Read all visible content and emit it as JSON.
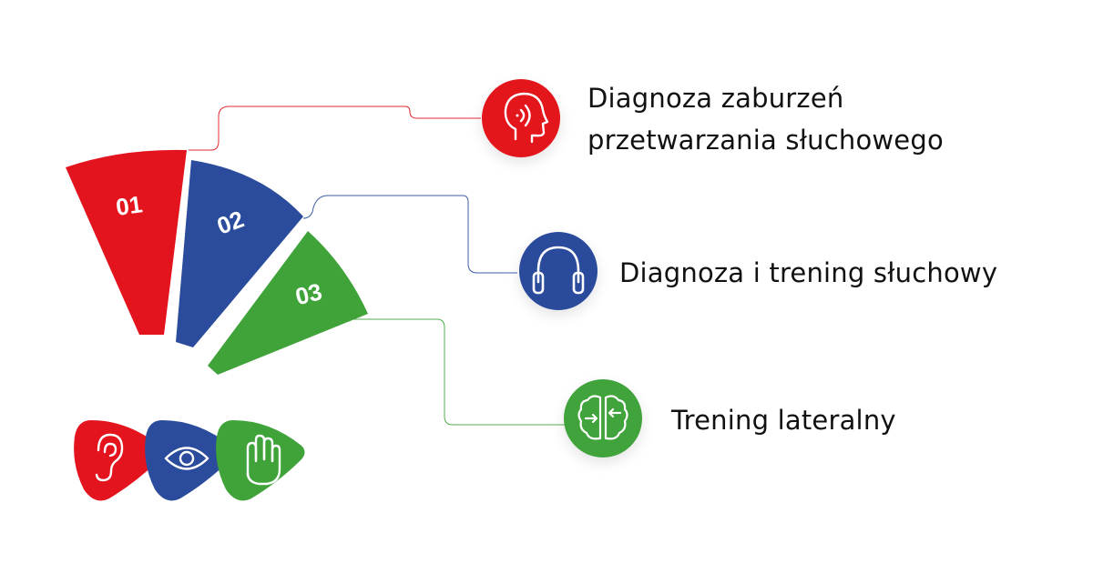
{
  "colors": {
    "red": "#e3141e",
    "blue": "#2b4c9c",
    "green": "#3fa33a",
    "text": "#111111",
    "line_red": "#e3141e",
    "line_blue": "#2b4c9c",
    "line_green": "#3fa33a"
  },
  "segments": [
    {
      "number": "01",
      "color": "red"
    },
    {
      "number": "02",
      "color": "blue"
    },
    {
      "number": "03",
      "color": "green"
    }
  ],
  "items": [
    {
      "icon": "head-hearing-icon",
      "line1": "Diagnoza zaburzeń",
      "line2": "przetwarzania słuchowego",
      "color": "red"
    },
    {
      "icon": "headphones-icon",
      "line1": "Diagnoza i trening słuchowy",
      "color": "blue"
    },
    {
      "icon": "brain-icon",
      "line1": "Trening lateralny",
      "color": "green"
    }
  ],
  "picks": [
    {
      "icon": "ear-icon",
      "color": "red"
    },
    {
      "icon": "eye-icon",
      "color": "blue"
    },
    {
      "icon": "hand-icon",
      "color": "green"
    }
  ]
}
